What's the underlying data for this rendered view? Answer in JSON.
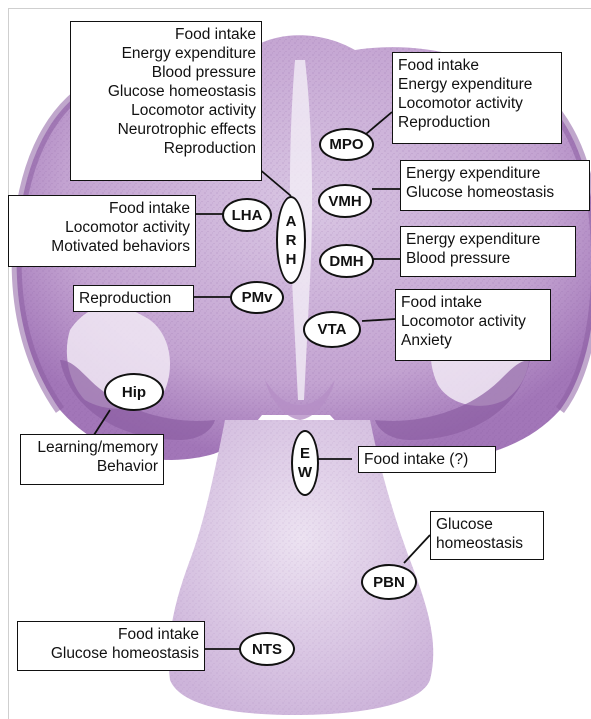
{
  "diagram": {
    "regions": [
      {
        "id": "mpo",
        "abbr": "MPO",
        "functions": [
          "Food intake",
          "Energy expenditure",
          "Locomotor activity",
          "Reproduction"
        ]
      },
      {
        "id": "arh",
        "abbr": "ARH",
        "letters": [
          "A",
          "R",
          "H"
        ],
        "functions": [
          "Food intake",
          "Energy expenditure",
          "Blood pressure",
          "Glucose homeostasis",
          "Locomotor activity",
          "Neurotrophic effects",
          "Reproduction"
        ]
      },
      {
        "id": "lha",
        "abbr": "LHA",
        "functions": [
          "Food intake",
          "Locomotor activity",
          "Motivated behaviors"
        ]
      },
      {
        "id": "vmh",
        "abbr": "VMH",
        "functions": [
          "Energy expenditure",
          "Glucose homeostasis"
        ]
      },
      {
        "id": "dmh",
        "abbr": "DMH",
        "functions": [
          "Energy expenditure",
          "Blood pressure"
        ]
      },
      {
        "id": "pmv",
        "abbr": "PMv",
        "functions": [
          "Reproduction"
        ]
      },
      {
        "id": "vta",
        "abbr": "VTA",
        "functions": [
          "Food intake",
          "Locomotor activity",
          "Anxiety"
        ]
      },
      {
        "id": "hip",
        "abbr": "Hip",
        "functions": [
          "Learning/memory",
          "Behavior"
        ]
      },
      {
        "id": "ew",
        "abbr": "EW",
        "letters": [
          "E",
          "W"
        ],
        "functions": [
          "Food intake (?)"
        ]
      },
      {
        "id": "pbn",
        "abbr": "PBN",
        "functions": [
          "Glucose",
          "homeostasis"
        ]
      },
      {
        "id": "nts",
        "abbr": "NTS",
        "functions": [
          "Food intake",
          "Glucose homeostasis"
        ]
      }
    ]
  },
  "colors": {
    "tissue_light": "#e3d6ea",
    "tissue_mid": "#b893c7",
    "tissue_dark": "#8c5ea3",
    "outline": "#111111",
    "background": "#ffffff"
  }
}
